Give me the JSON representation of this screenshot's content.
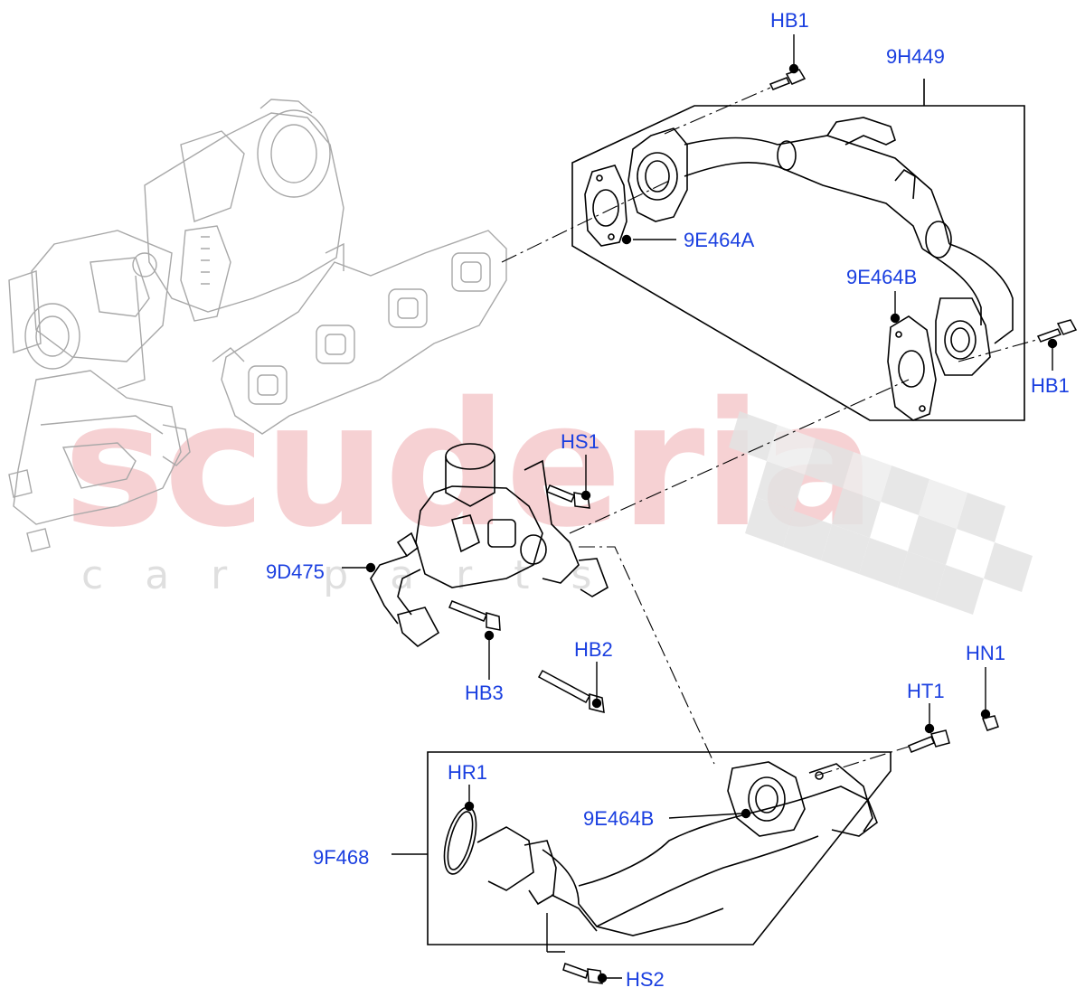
{
  "watermark": {
    "brand": "scuderia",
    "tagline": "car parts"
  },
  "callouts": {
    "hb1_top": "HB1",
    "pipe_9h449": "9H449",
    "gasket_9e464a": "9E464A",
    "gasket_9e464b_upper": "9E464B",
    "hb1_right": "HB1",
    "hs1": "HS1",
    "valve_9d475": "9D475",
    "hb2": "HB2",
    "hb3": "HB3",
    "hn1": "HN1",
    "ht1": "HT1",
    "hr1": "HR1",
    "gasket_9e464b_lower": "9E464B",
    "tube_9f468": "9F468",
    "hs2": "HS2"
  },
  "colors": {
    "callout_text": "#1a3fe0",
    "line": "#000000",
    "faded_part": "#a8a8a8",
    "watermark_red": "#f2b9bd",
    "watermark_grey": "#dcdcdc"
  }
}
